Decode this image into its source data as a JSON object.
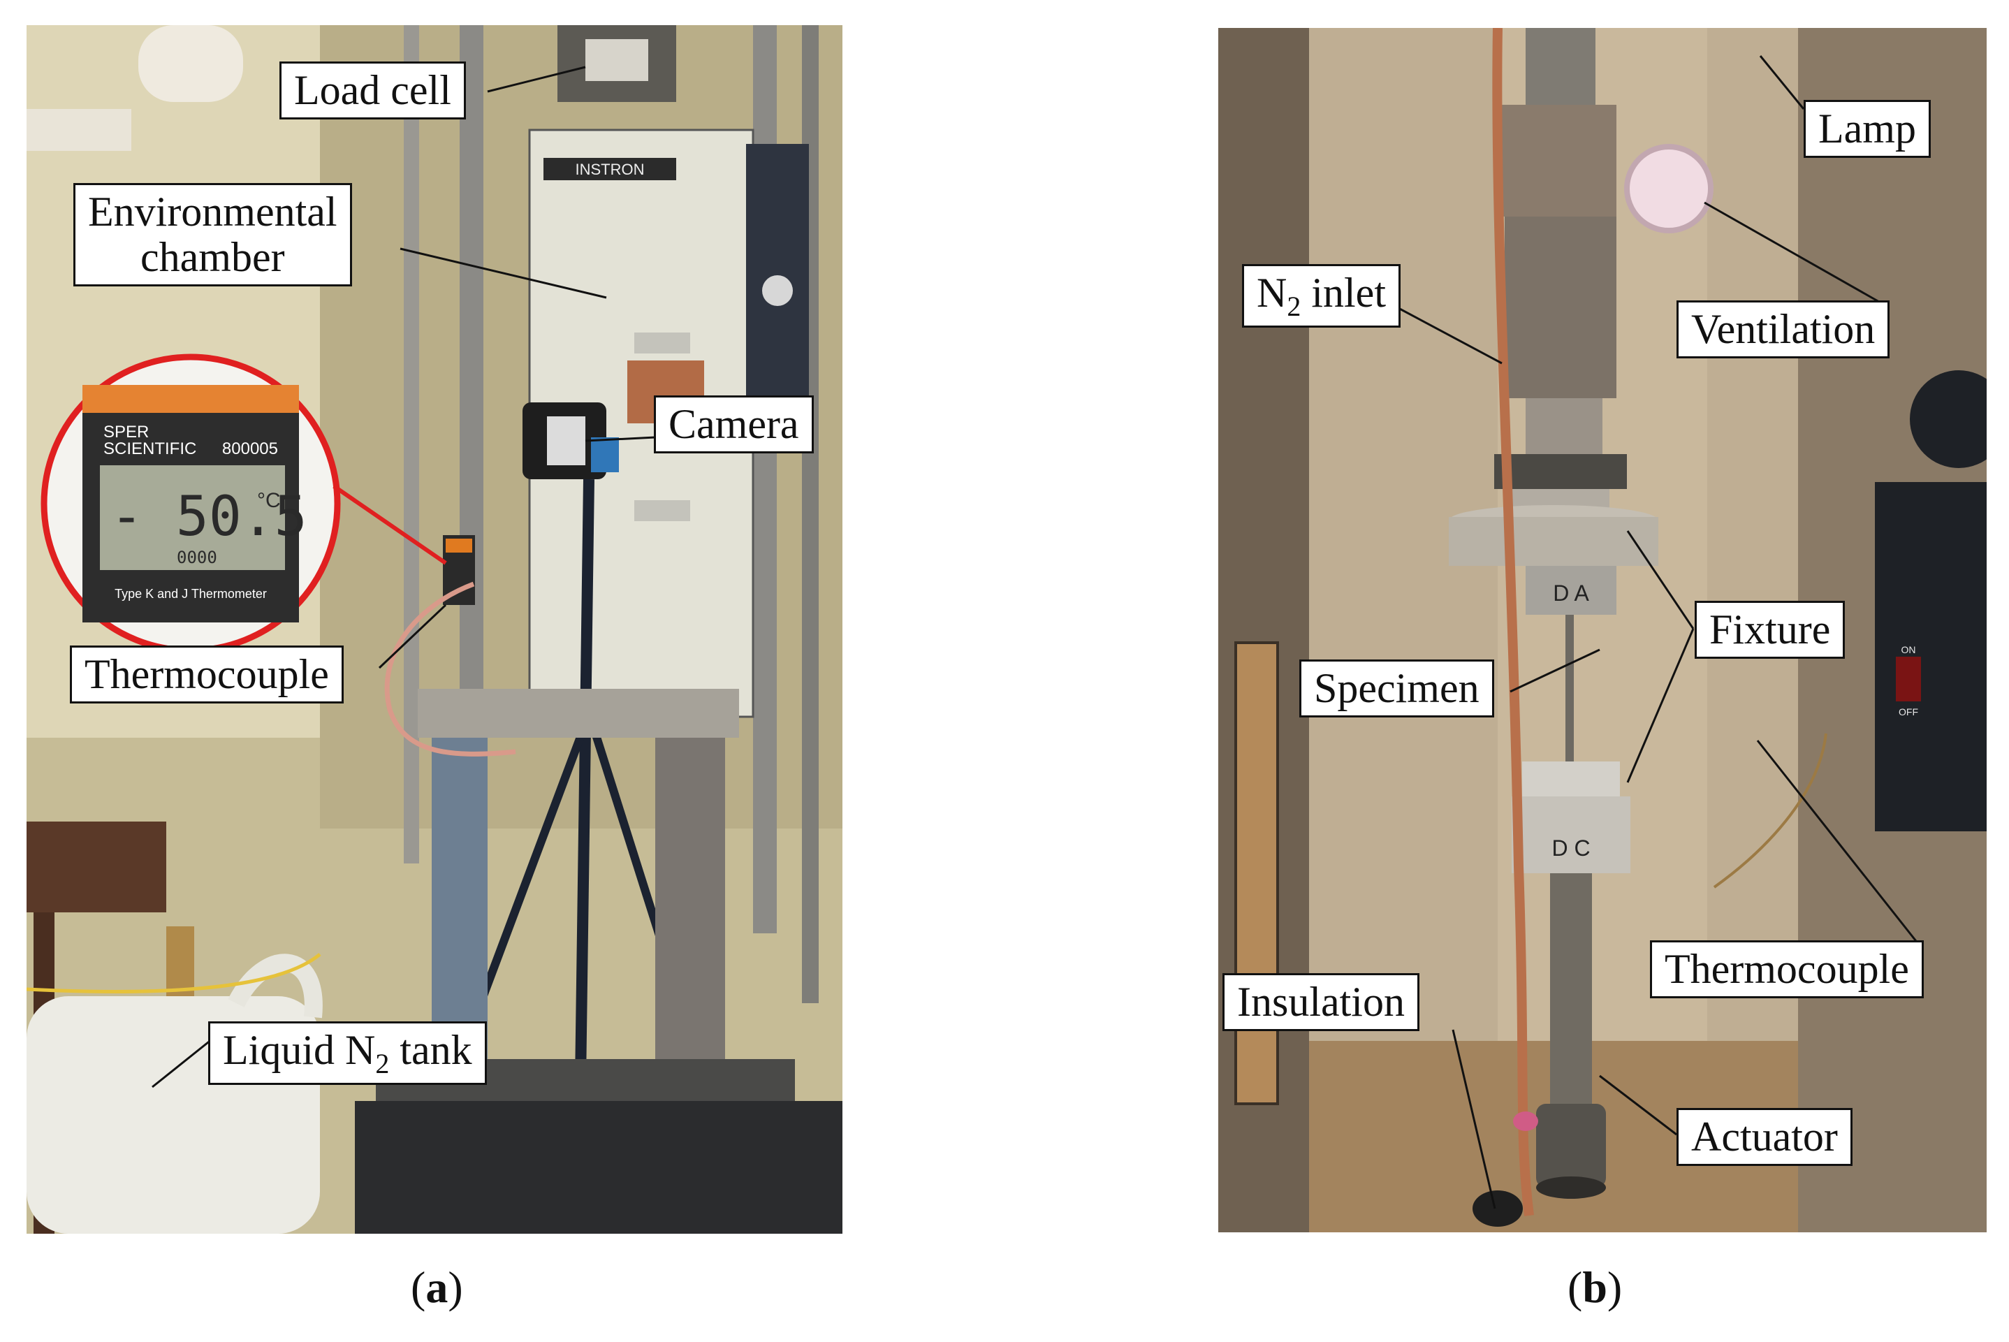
{
  "panel_a": {
    "labels": {
      "load_cell": "Load cell",
      "env_chamber_1": "Environmental",
      "env_chamber_2": "chamber",
      "camera": "Camera",
      "thermocouple": "Thermocouple",
      "tank_prefix": "Liquid N",
      "tank_sub": "2",
      "tank_suffix": " tank"
    },
    "thermometer": {
      "brand_1": "SPER",
      "brand_2": "SCIENTIFIC",
      "model": "800005",
      "reading": "- 50.5",
      "unit": "°C",
      "small": "0000",
      "footer": "Type K and J Thermometer"
    },
    "chamber_brand": "INSTRON",
    "caption_open": "(",
    "caption_letter": "a",
    "caption_close": ")"
  },
  "panel_b": {
    "labels": {
      "lamp": "Lamp",
      "n2_prefix": "N",
      "n2_sub": "2",
      "n2_suffix": " inlet",
      "ventilation": "Ventilation",
      "fixture": "Fixture",
      "specimen": "Specimen",
      "thermocouple": "Thermocouple",
      "insulation": "Insulation",
      "actuator": "Actuator"
    },
    "fixture_marks_top": "D A",
    "fixture_marks_bottom": "D C",
    "switch_on": "ON",
    "switch_off": "OFF",
    "caption_open": "(",
    "caption_letter": "b",
    "caption_close": ")"
  },
  "colors": {
    "wall": "#c9bf98",
    "chamber_panel": "#e4e3d8",
    "steel": "#a8a29a",
    "inner_chamber": "#b09d82",
    "highlight_circle": "#e02020"
  }
}
